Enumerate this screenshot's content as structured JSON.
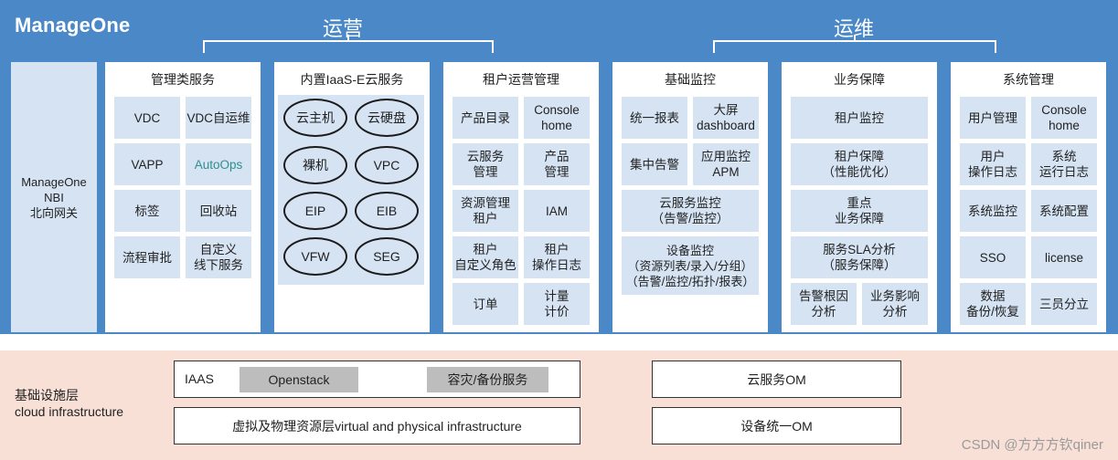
{
  "header": {
    "product": "ManageOne",
    "section_operations": "运营",
    "section_maintenance": "运维"
  },
  "nbi": {
    "line1": "ManageOne",
    "line2": "NBI",
    "line3": "北向网关"
  },
  "panels": {
    "mgmt": {
      "title": "管理类服务",
      "cells": [
        "VDC",
        "VDC自运维",
        "VAPP",
        "AutoOps",
        "标签",
        "回收站",
        "流程审批",
        "自定义\n线下服务"
      ]
    },
    "iaas": {
      "title": "内置IaaS-E云服务",
      "items": [
        "云主机",
        "云硬盘",
        "裸机",
        "VPC",
        "EIP",
        "EIB",
        "VFW",
        "SEG"
      ]
    },
    "tenant": {
      "title": "租户运营管理",
      "cells": [
        "产品目录",
        "Console\nhome",
        "云服务\n管理",
        "产品\n管理",
        "资源管理\n租户",
        "IAM",
        "租户\n自定义角色",
        "租户\n操作日志",
        "订单",
        "计量\n计价"
      ]
    },
    "monitor": {
      "title": "基础监控",
      "cells": [
        "统一报表",
        "大屏\ndashboard",
        "集中告警",
        "应用监控\nAPM",
        "云服务监控\n（告警/监控）",
        "设备监控\n（资源列表/录入/分组）\n（告警/监控/拓扑/报表）"
      ]
    },
    "assurance": {
      "title": "业务保障",
      "cells": [
        "租户监控",
        "租户保障\n（性能优化）",
        "重点\n业务保障",
        "服务SLA分析\n（服务保障）",
        "告警根因\n分析",
        "业务影响\n分析"
      ]
    },
    "system": {
      "title": "系统管理",
      "cells": [
        "用户管理",
        "Console\nhome",
        "用户\n操作日志",
        "系统\n运行日志",
        "系统监控",
        "系统配置",
        "SSO",
        "license",
        "数据\n备份/恢复",
        "三员分立"
      ]
    }
  },
  "infra": {
    "label_cn": "基础设施层",
    "label_en": "cloud infrastructure",
    "iaas": "IAAS",
    "openstack": "Openstack",
    "dr": "容灾/备份服务",
    "virtual": "虚拟及物理资源层virtual and physical infrastructure",
    "cloud_om": "云服务OM",
    "device_om": "设备统一OM"
  },
  "watermark": "CSDN @方方方钦qiner"
}
